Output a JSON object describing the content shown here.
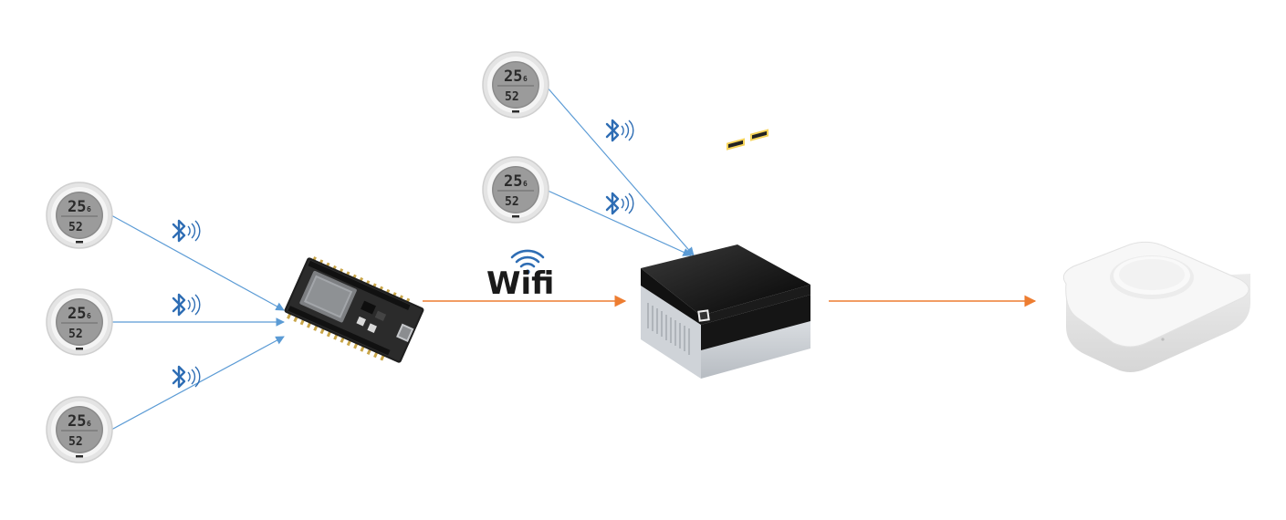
{
  "colors": {
    "bluetooth_link": "#5b9bd5",
    "wifi_link": "#ed7d31",
    "bluetooth_icon": "#2e6db4",
    "background": "#ffffff"
  },
  "labels": {
    "wifi": "Wifi"
  },
  "sensor_display": {
    "temperature": "25",
    "temperature_decimal": "6",
    "humidity": "52"
  },
  "nodes": [
    {
      "id": "sensor-1",
      "kind": "thermo-hygrometer",
      "icon": "thermometer-sensor-icon"
    },
    {
      "id": "sensor-2",
      "kind": "thermo-hygrometer",
      "icon": "thermometer-sensor-icon"
    },
    {
      "id": "sensor-3",
      "kind": "thermo-hygrometer",
      "icon": "thermometer-sensor-icon"
    },
    {
      "id": "sensor-4",
      "kind": "thermo-hygrometer",
      "icon": "thermometer-sensor-icon"
    },
    {
      "id": "sensor-5",
      "kind": "thermo-hygrometer",
      "icon": "thermometer-sensor-icon"
    },
    {
      "id": "esp32",
      "kind": "microcontroller-board",
      "icon": "esp32-board-icon"
    },
    {
      "id": "mini-pc",
      "kind": "mini-pc",
      "icon": "mini-pc-icon"
    },
    {
      "id": "hub",
      "kind": "smart-home-hub",
      "icon": "smart-hub-icon"
    }
  ],
  "edges": [
    {
      "from": "sensor-3",
      "to": "esp32",
      "type": "bluetooth",
      "icon": "bluetooth-icon"
    },
    {
      "from": "sensor-4",
      "to": "esp32",
      "type": "bluetooth",
      "icon": "bluetooth-icon"
    },
    {
      "from": "sensor-5",
      "to": "esp32",
      "type": "bluetooth",
      "icon": "bluetooth-icon"
    },
    {
      "from": "sensor-1",
      "to": "mini-pc",
      "type": "bluetooth",
      "icon": "bluetooth-icon"
    },
    {
      "from": "sensor-2",
      "to": "mini-pc",
      "type": "bluetooth",
      "icon": "bluetooth-icon"
    },
    {
      "from": "esp32",
      "to": "mini-pc",
      "type": "wifi",
      "icon": "wifi-icon"
    },
    {
      "from": "mini-pc",
      "to": "hub",
      "type": "wifi-link"
    }
  ]
}
